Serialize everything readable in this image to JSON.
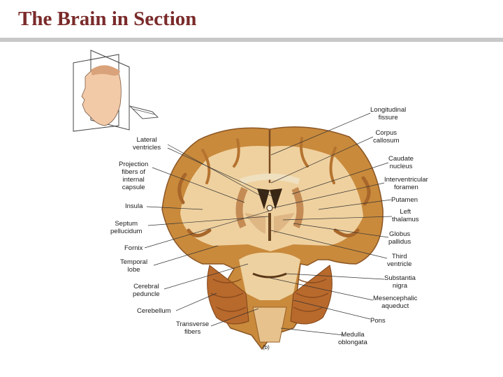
{
  "title": "The Brain in Section",
  "colors": {
    "title": "#7a2a2a",
    "rule": "#c8c8c8",
    "tissue_gray": "#c98a3c",
    "tissue_white": "#f2d7a8",
    "cerebellum": "#b8692c"
  },
  "figure_tag": "(b)",
  "labels_left": [
    {
      "id": "lateral-ventricles",
      "text": "Lateral\nventricles"
    },
    {
      "id": "projection-fibers",
      "text": "Projection\nfibers of\ninternal\ncapsule"
    },
    {
      "id": "insula",
      "text": "Insula"
    },
    {
      "id": "septum-pellucidum",
      "text": "Septum\npellucidum"
    },
    {
      "id": "fornix",
      "text": "Fornix"
    },
    {
      "id": "temporal-lobe",
      "text": "Temporal\nlobe"
    },
    {
      "id": "cerebral-peduncle",
      "text": "Cerebral\npeduncle"
    },
    {
      "id": "cerebellum",
      "text": "Cerebellum"
    },
    {
      "id": "transverse-fibers",
      "text": "Transverse\nfibers"
    }
  ],
  "labels_right": [
    {
      "id": "longitudinal-fissure",
      "text": "Longitudinal\nfissure"
    },
    {
      "id": "corpus-callosum",
      "text": "Corpus\ncallosum"
    },
    {
      "id": "caudate-nucleus",
      "text": "Caudate\nnucleus"
    },
    {
      "id": "interventricular-foramen",
      "text": "Interventricular\nforamen"
    },
    {
      "id": "putamen",
      "text": "Putamen"
    },
    {
      "id": "left-thalamus",
      "text": "Left\nthalamus"
    },
    {
      "id": "globus-pallidus",
      "text": "Globus\npallidus"
    },
    {
      "id": "third-ventricle",
      "text": "Third\nventricle"
    },
    {
      "id": "substantia-nigra",
      "text": "Substantia\nnigra"
    },
    {
      "id": "mesencephalic-aqueduct",
      "text": "Mesencephalic\naqueduct"
    },
    {
      "id": "pons",
      "text": "Pons"
    },
    {
      "id": "medulla-oblongata",
      "text": "Medulla\noblongata"
    }
  ]
}
